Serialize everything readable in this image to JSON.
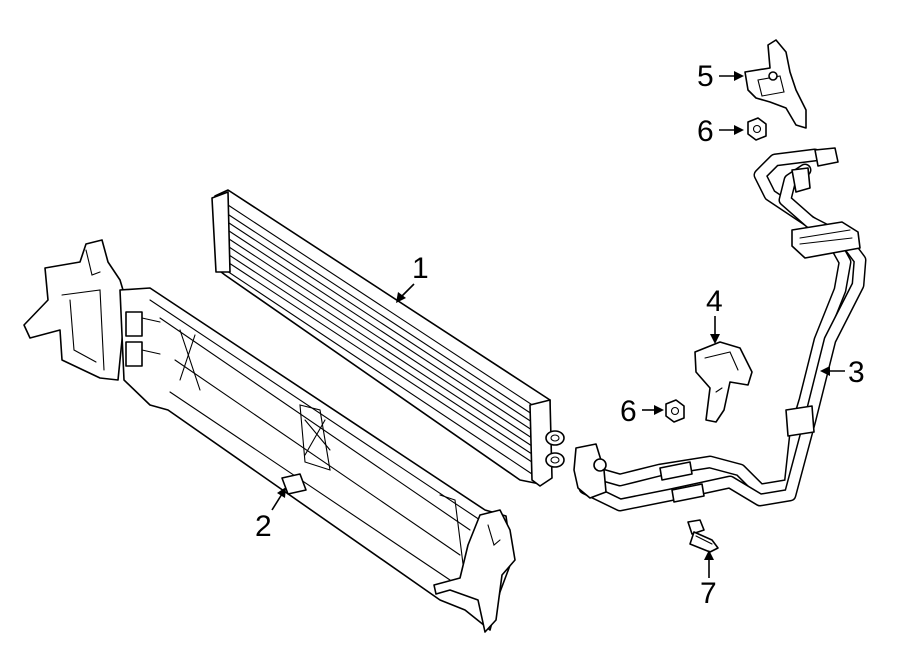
{
  "callouts": [
    {
      "id": "1",
      "label": "1"
    },
    {
      "id": "2",
      "label": "2"
    },
    {
      "id": "3",
      "label": "3"
    },
    {
      "id": "4",
      "label": "4"
    },
    {
      "id": "5",
      "label": "5"
    },
    {
      "id": "6a",
      "label": "6"
    },
    {
      "id": "6b",
      "label": "6"
    },
    {
      "id": "7",
      "label": "7"
    }
  ],
  "colors": {
    "line": "#000000",
    "background": "#ffffff"
  }
}
